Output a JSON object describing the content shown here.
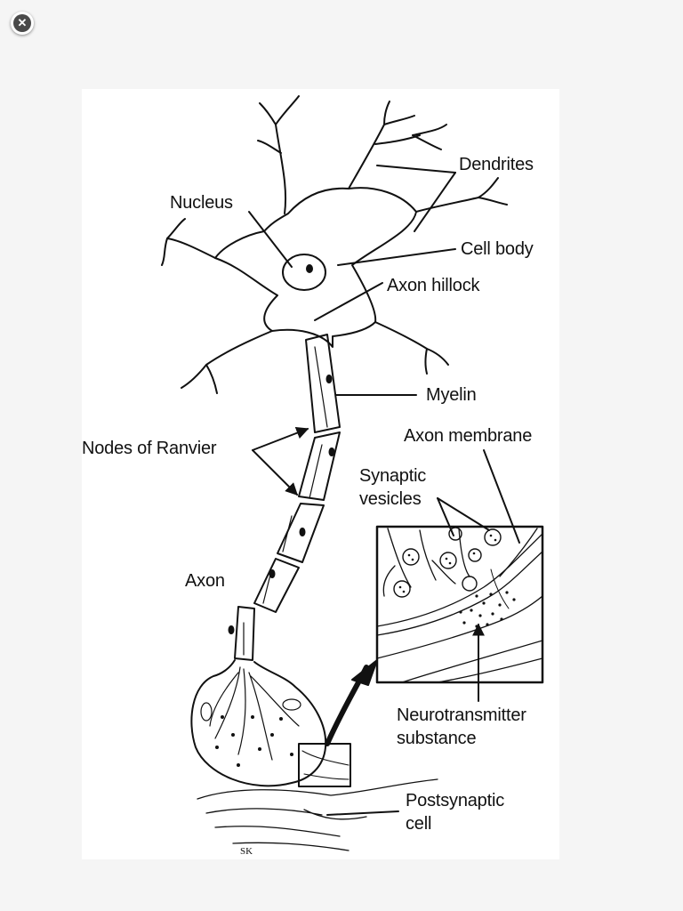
{
  "viewer": {
    "close_icon": "close-icon",
    "close_glyph": "✕"
  },
  "diagram": {
    "labels": {
      "dendrites": "Dendrites",
      "nucleus": "Nucleus",
      "cell_body": "Cell body",
      "axon_hillock": "Axon hillock",
      "myelin": "Myelin",
      "axon_membrane": "Axon membrane",
      "nodes_of_ranvier": "Nodes of Ranvier",
      "synaptic": "Synaptic",
      "vesicles": "vesicles",
      "axon": "Axon",
      "neurotransmitter": "Neurotransmitter",
      "substance": "substance",
      "postsynaptic": "Postsynaptic",
      "cell": "cell"
    },
    "signature": "SK"
  }
}
